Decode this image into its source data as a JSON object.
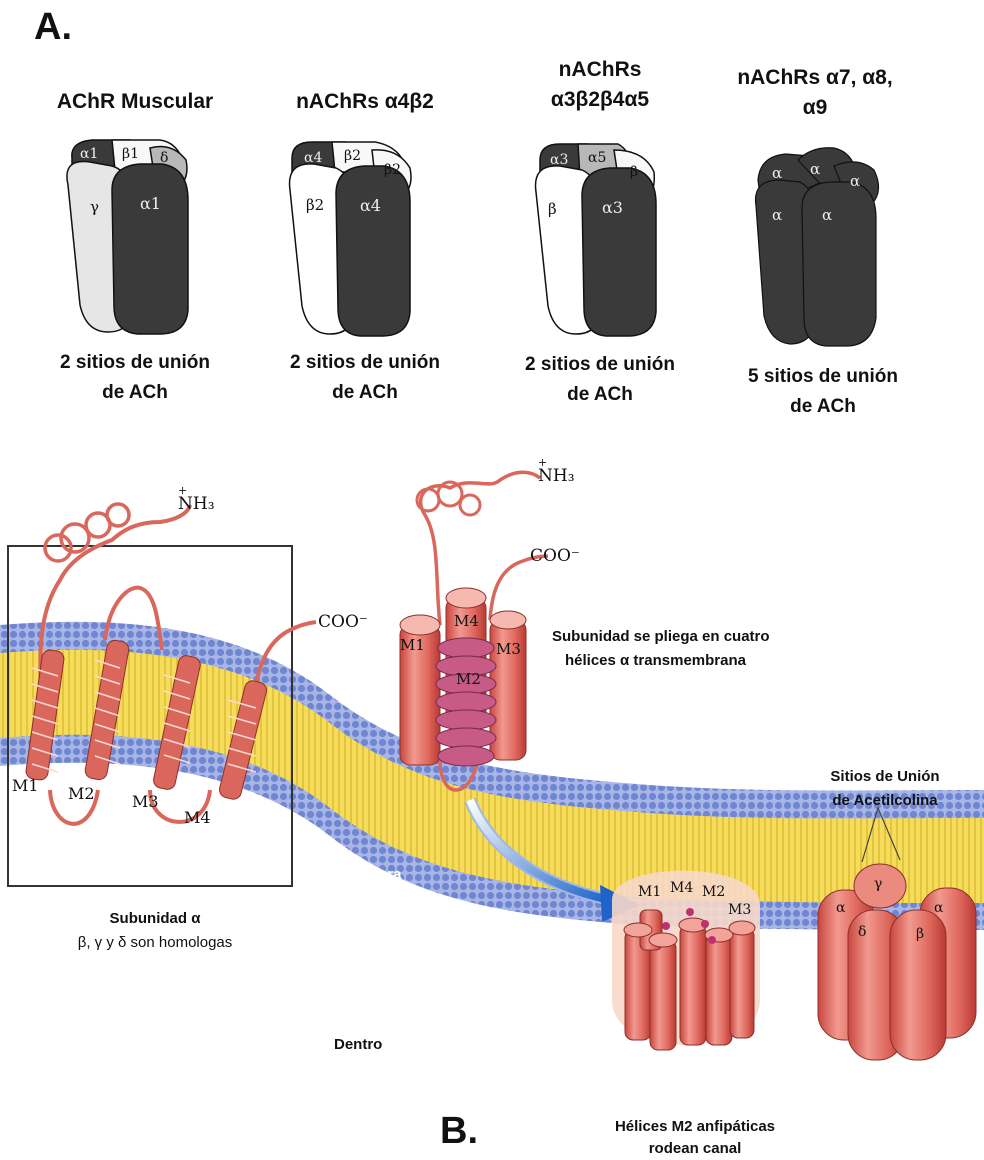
{
  "panel_a": {
    "label": "A.",
    "receptors": [
      {
        "title_lines": [
          "AChR Muscular"
        ],
        "subunit_labels": [
          "α1",
          "β1",
          "δ",
          "γ",
          "α1"
        ],
        "caption_lines": [
          "2 sitios de unión",
          "de ACh"
        ]
      },
      {
        "title_lines": [
          "nAChRs α4β2"
        ],
        "subunit_labels": [
          "α4",
          "β2",
          "β2",
          "β2",
          "α4"
        ],
        "caption_lines": [
          "2 sitios de unión",
          "de ACh"
        ]
      },
      {
        "title_lines": [
          "nAChRs",
          "α3β2β4α5"
        ],
        "subunit_labels": [
          "α3",
          "α5",
          "β",
          "β",
          "α3"
        ],
        "caption_lines": [
          "2 sitios de unión",
          "de ACh"
        ]
      },
      {
        "title_lines": [
          "nAChRs α7, α8,",
          "α9"
        ],
        "subunit_labels": [
          "α",
          "α",
          "α",
          "α",
          "α"
        ],
        "caption_lines": [
          "5 sitios de unión",
          "de ACh"
        ]
      }
    ]
  },
  "panel_b": {
    "label": "B.",
    "nh3": "NH₃",
    "nh3_charge": "+",
    "coo": "COO⁻",
    "helix_labels_flat": [
      "M1",
      "M2",
      "M3",
      "M4"
    ],
    "helix_labels_bundle": [
      "M1",
      "M4",
      "M2",
      "M3"
    ],
    "helix_labels_channel": [
      "M1",
      "M4",
      "M2",
      "M3"
    ],
    "fold_caption_lines": [
      "Subunidad se pliega en cuatro",
      "hélices α transmembrana"
    ],
    "outside_label": "Afuera",
    "inside_label": "Dentro",
    "subunit_caption_lines": [
      "Subunidad α",
      "β, γ y δ son homologas"
    ],
    "channel_caption_lines": [
      "Hélices M2 anfipáticas",
      "rodean canal"
    ],
    "binding_sites_lines": [
      "Sitios de Unión",
      "de Acetilcolina"
    ],
    "pentamer_labels": [
      "α",
      "γ",
      "α",
      "δ",
      "β"
    ]
  },
  "colors": {
    "dark_subunit": "#3a3a3a",
    "grey_subunit": "#b8b8b8",
    "light_subunit": "#e6e6e6",
    "lipid_head": "#7f93d6",
    "lipid_tail": "#f2d44a",
    "helix": "#e06d62",
    "arrow": "#2b6fd6"
  }
}
